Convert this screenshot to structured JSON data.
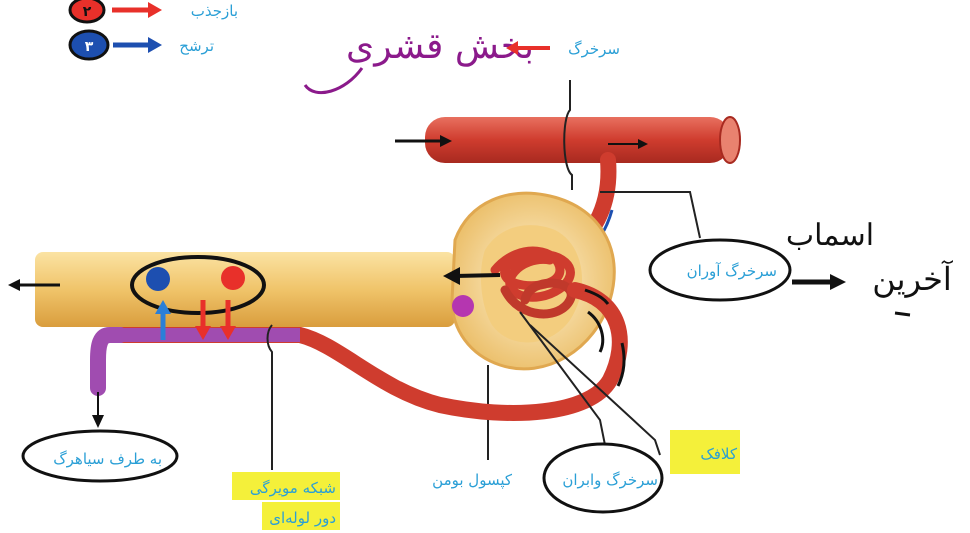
{
  "legend": {
    "items": [
      {
        "number": "۲",
        "label": "بازجذب",
        "color": "#e8302a"
      },
      {
        "number": "۳",
        "label": "ترشح",
        "color": "#1d4fb0"
      }
    ]
  },
  "labels": {
    "artery_top": "سرخرگ",
    "afferent": "سرخرگ آوران",
    "efferent": "سرخرگ وابران",
    "glomerulus": "کلافک",
    "bowman": "کپسول بومن",
    "capillary_line1": "شبکه مویرگی",
    "capillary_line2": "دور لوله‌ای",
    "to_vein": "به طرف سیاهرگ"
  },
  "handwriting": {
    "top": "بخش قشری",
    "right_line1": "اسماب",
    "right_line2": "آخرین"
  },
  "colors": {
    "tubule": "#f0c46a",
    "vessel": "#d9473a",
    "capillary": "#a04cb0",
    "label": "#2a9fd6",
    "highlight": "#f4f03a",
    "ink": "#8b1a8b"
  }
}
